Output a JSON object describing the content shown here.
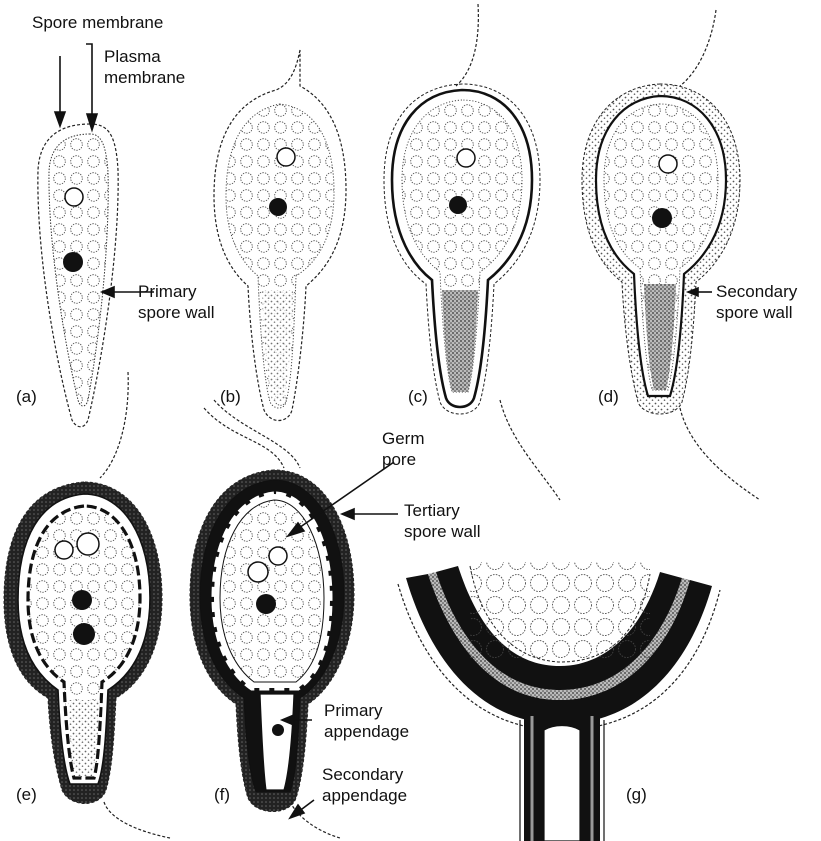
{
  "labels": {
    "spore_membrane": "Spore membrane",
    "plasma_membrane": [
      "Plasma",
      "membrane"
    ],
    "primary_spore_wall": [
      "Primary",
      "spore wall"
    ],
    "secondary_spore_wall": [
      "Secondary",
      "spore wall"
    ],
    "germ_pore": [
      "Germ",
      "pore"
    ],
    "tertiary_spore_wall": [
      "Tertiary",
      "spore wall"
    ],
    "primary_appendage": [
      "Primary",
      "appendage"
    ],
    "secondary_appendage": [
      "Secondary",
      "appendage"
    ]
  },
  "panels": [
    "(a)",
    "(b)",
    "(c)",
    "(d)",
    "(e)",
    "(f)",
    "(g)"
  ],
  "colors": {
    "ink": "#111111",
    "outline": "#222222",
    "stipple": "#555555",
    "background": "#ffffff"
  }
}
